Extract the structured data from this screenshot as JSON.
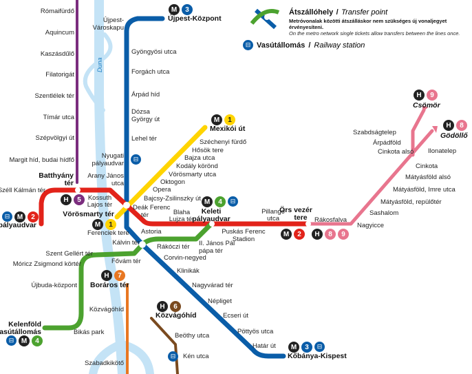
{
  "legend": {
    "transfer_title": "Átszállóhely",
    "transfer_title_en": "Transfer point",
    "transfer_hu": "Metróvonalak közötti átszálláskor nem szükséges új vonaljegyet érvényesíteni.",
    "transfer_en": "On the metro network single tickets allow transfers between the lines once.",
    "rail_title": "Vasútállomás",
    "rail_title_en": "Railway station"
  },
  "river": "Duna",
  "colors": {
    "m1": "#ffd400",
    "m2": "#e2231a",
    "m3": "#0a5da8",
    "m4": "#4ca22f",
    "m5": "#7b2d7e",
    "h6": "#7a4a1f",
    "h7": "#e87722",
    "h89": "#e8758e",
    "river": "#c4e3f6"
  },
  "badges": {
    "m": "M",
    "h": "H",
    "m1": "1",
    "m2": "2",
    "m3": "3",
    "m4": "4",
    "h5": "5",
    "h6": "6",
    "h7": "7",
    "h8": "8",
    "h9": "9",
    "rail": "rail-icon"
  },
  "m5": [
    "Rómaifürdő",
    "Aquincum",
    "Kaszásdűlő",
    "Filatorigát",
    "Szentlélek tér",
    "Tímár utca",
    "Szépvölgyi út",
    "Margit híd, budai hídfő",
    "Batthyány",
    "tér"
  ],
  "m3": [
    "Újpest-Központ",
    "Újpest-",
    "Városkapu",
    "Gyöngyösi utca",
    "Forgách utca",
    "Árpád híd",
    "Dózsa",
    "György út",
    "Lehel tér",
    "Nyugati",
    "pályaudvar",
    "Arany János",
    "utca",
    "Corvin-negyed",
    "Klinikák",
    "Nagyvárad tér",
    "Népliget",
    "Ecseri út",
    "Pöttyös utca",
    "Határ út",
    "Kőbánya-Kispest"
  ],
  "m1": [
    "Mexikói út",
    "Széchenyi fürdő",
    "Hősök tere",
    "Bajza utca",
    "Kodály körönd",
    "Vörösmarty utca",
    "Oktogon",
    "Opera",
    "Bajcsy-Zsilinszky út",
    "Vörösmarty tér",
    "Ferenciek tere"
  ],
  "m2": [
    "Széll Kálmán tér",
    "Déli pályaudvar",
    "Kossuth",
    "Lajos tér",
    "Deák Ferenc",
    "tér",
    "Blaha",
    "Lujza tér",
    "Keleti",
    "pályaudvar",
    "Astoria",
    "Puskás Ferenc",
    "Stadion",
    "Pillangó",
    "utca",
    "Örs vezér",
    "tere"
  ],
  "m4": [
    "Kálvin tér",
    "Rákóczi tér",
    "II. János Pál",
    "pápa tér",
    "Szent Gellért tér",
    "Móricz Zsigmond körtér",
    "Fővám tér",
    "Újbuda-központ",
    "Kelenföld",
    "vasútállomás",
    "Bikás park"
  ],
  "h7": [
    "Boráros tér",
    "Közvágóhíd",
    "Szabadkikötő"
  ],
  "h6": [
    "Közvágóhíd",
    "Beöthy utca",
    "Kén utca"
  ],
  "h89": [
    "Csömör",
    "Gödöllő",
    "Szabdságtelep",
    "Árpádföld",
    "Cinkota alsó",
    "Ilonatelep",
    "Cinkota",
    "Mátyásföld alsó",
    "Mátyásföld, Imre utca",
    "Mátyásföld, repülőtér",
    "Sashalom",
    "Nagyicce",
    "Rákosfalva"
  ]
}
